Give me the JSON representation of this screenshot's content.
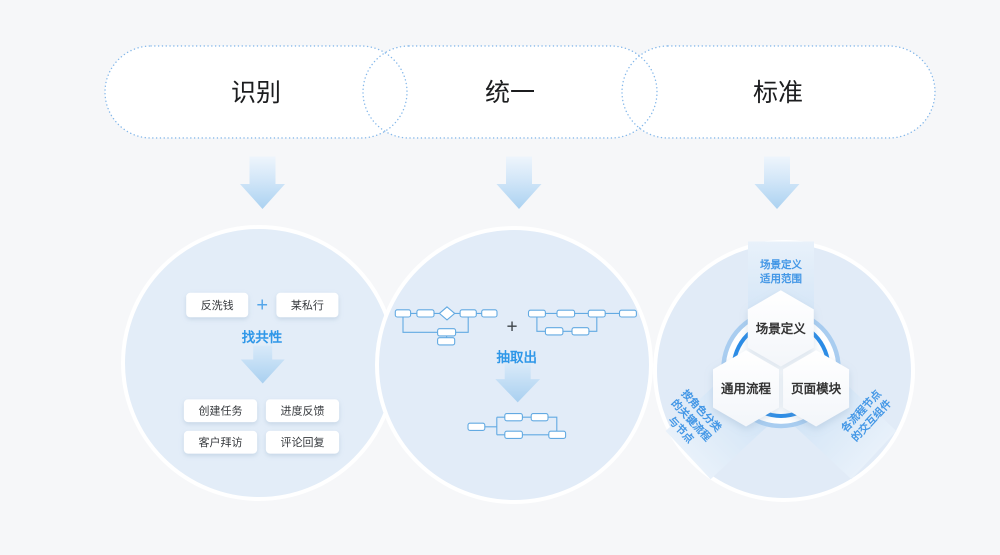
{
  "title_pills": [
    {
      "label": "识别"
    },
    {
      "label": "统一"
    },
    {
      "label": "标准"
    }
  ],
  "identify": {
    "input_left": "反洗钱",
    "input_right": "某私行",
    "plus": "+",
    "caption": "找共性",
    "outputs": [
      "创建任务",
      "进度反馈",
      "客户拜访",
      "评论回复"
    ]
  },
  "unify": {
    "plus": "+",
    "caption": "抽取出"
  },
  "standard": {
    "hex_top": "场景定义",
    "hex_left": "通用流程",
    "hex_right": "页面模块",
    "ray_top": [
      "场景定义",
      "适用范围"
    ],
    "ray_left": [
      "按角色分类",
      "的关键流程",
      "与节点"
    ],
    "ray_right": [
      "各流程节点",
      "的交互组件"
    ]
  },
  "colors": {
    "background": "#f6f7f9",
    "circle_fill": "#e3edf8",
    "pill_fill": "#ffffff",
    "pill_border": "#85b8ea",
    "accent_blue": "#2e97e8",
    "ring_blue": "#2b8ce6",
    "ring_light": "#a9cdf0",
    "flow_stroke": "#63aae2",
    "text_dark": "#1c1d1f"
  }
}
